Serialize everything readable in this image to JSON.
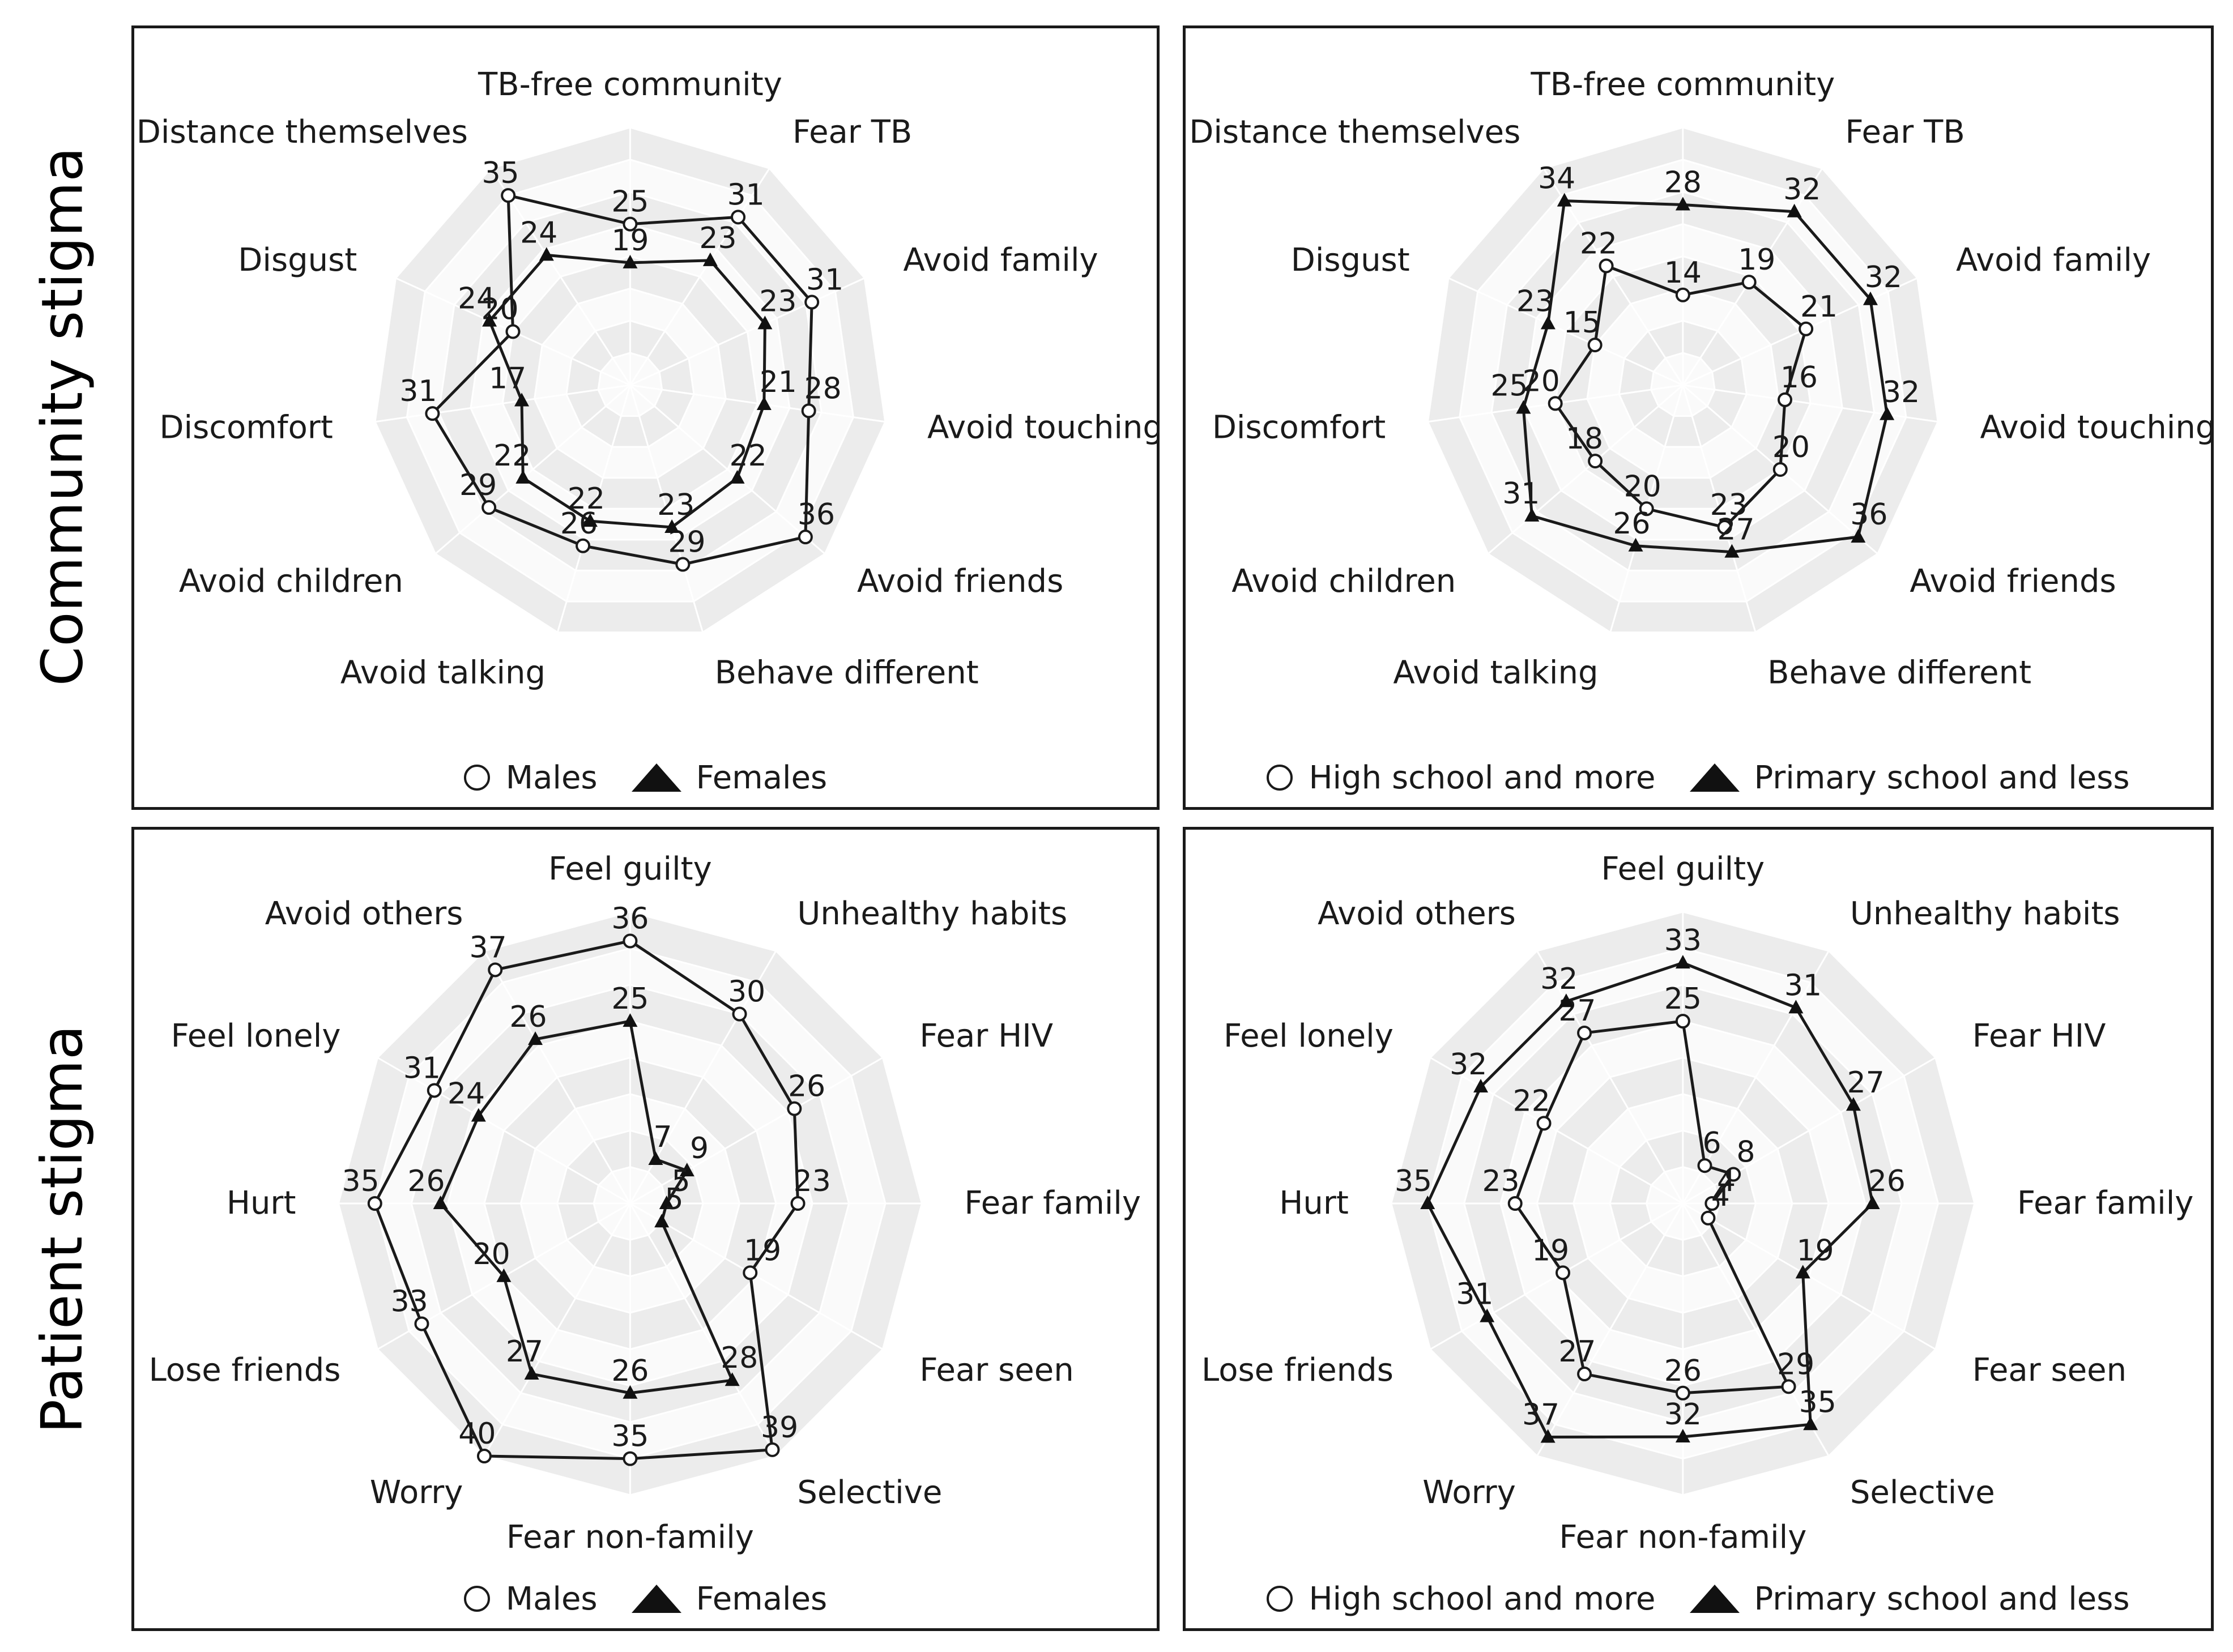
{
  "rows": [
    {
      "label": "Community stigma"
    },
    {
      "label": "Patient stigma"
    }
  ],
  "chart_data": [
    {
      "type": "radar",
      "grid": true,
      "rlim": [
        0,
        40
      ],
      "legend_position": "bottom",
      "categories": [
        "TB-free community",
        "Fear TB",
        "Avoid family",
        "Avoid touching",
        "Avoid friends",
        "Behave different",
        "Avoid talking",
        "Avoid children",
        "Discomfort",
        "Disgust",
        "Distance themselves"
      ],
      "series": [
        {
          "name": "Males",
          "marker": "circle",
          "values": [
            25,
            31,
            31,
            28,
            36,
            29,
            26,
            29,
            31,
            20,
            35
          ]
        },
        {
          "name": "Females",
          "marker": "triangle",
          "values": [
            19,
            23,
            23,
            21,
            22,
            23,
            22,
            22,
            17,
            24,
            24
          ]
        }
      ]
    },
    {
      "type": "radar",
      "grid": true,
      "rlim": [
        0,
        40
      ],
      "legend_position": "bottom",
      "categories": [
        "TB-free community",
        "Fear TB",
        "Avoid family",
        "Avoid touching",
        "Avoid friends",
        "Behave different",
        "Avoid talking",
        "Avoid children",
        "Discomfort",
        "Disgust",
        "Distance themselves"
      ],
      "series": [
        {
          "name": "High school and more",
          "marker": "circle",
          "values": [
            14,
            19,
            21,
            16,
            20,
            23,
            20,
            18,
            20,
            15,
            22
          ]
        },
        {
          "name": "Primary school and less",
          "marker": "triangle",
          "values": [
            28,
            32,
            32,
            32,
            36,
            27,
            26,
            31,
            25,
            23,
            34
          ]
        }
      ]
    },
    {
      "type": "radar",
      "grid": true,
      "rlim": [
        0,
        40
      ],
      "legend_position": "bottom",
      "categories": [
        "Feel guilty",
        "Unhealthy habits",
        "Fear HIV",
        "Fear family",
        "Fear seen",
        "Selective",
        "Fear non-family",
        "Worry",
        "Lose friends",
        "Hurt",
        "Feel lonely",
        "Avoid others"
      ],
      "series": [
        {
          "name": "Males",
          "marker": "circle",
          "values": [
            36,
            30,
            26,
            23,
            19,
            39,
            35,
            40,
            33,
            35,
            31,
            37
          ]
        },
        {
          "name": "Females",
          "marker": "triangle",
          "values": [
            25,
            7,
            9,
            5,
            5,
            28,
            26,
            27,
            20,
            26,
            24,
            26
          ]
        }
      ]
    },
    {
      "type": "radar",
      "grid": true,
      "rlim": [
        0,
        40
      ],
      "legend_position": "bottom",
      "categories": [
        "Feel guilty",
        "Unhealthy habits",
        "Fear HIV",
        "Fear family",
        "Fear seen",
        "Selective",
        "Fear non-family",
        "Worry",
        "Lose friends",
        "Hurt",
        "Feel lonely",
        "Avoid others"
      ],
      "series": [
        {
          "name": "High school and more",
          "marker": "circle",
          "values": [
            25,
            6,
            8,
            4,
            4,
            29,
            26,
            27,
            19,
            23,
            22,
            27
          ]
        },
        {
          "name": "Primary school and less",
          "marker": "triangle",
          "values": [
            33,
            31,
            27,
            26,
            19,
            35,
            32,
            37,
            31,
            35,
            32,
            32
          ]
        }
      ]
    }
  ]
}
